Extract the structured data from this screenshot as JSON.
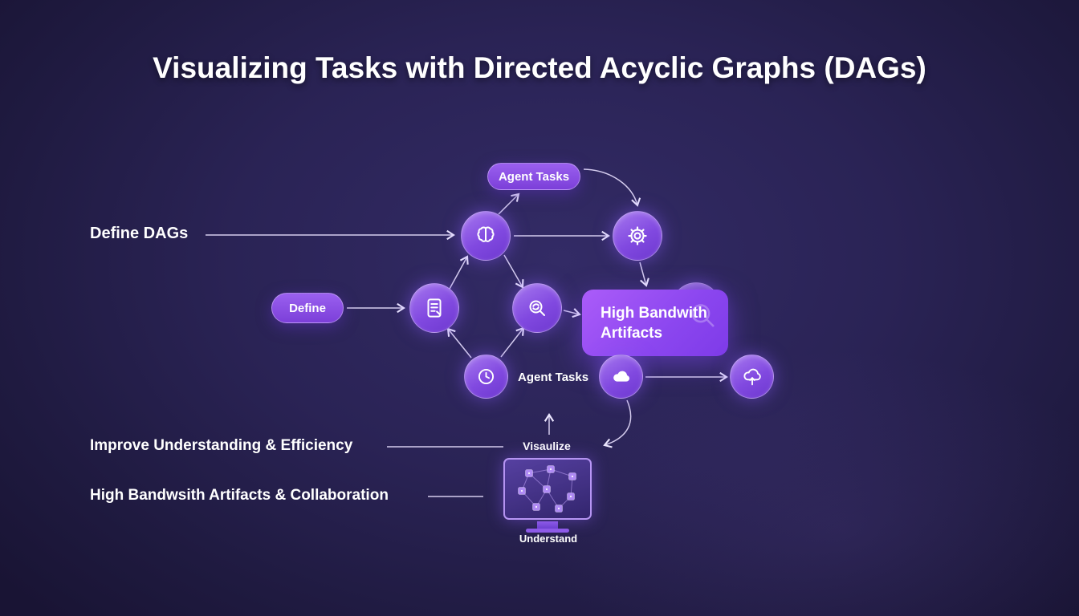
{
  "slide": {
    "title": "Visualizing Tasks with Directed Acyclic Graphs (DAGs)"
  },
  "left_labels": {
    "define_dags": "Define DAGs",
    "improve": "Improve Understanding & Efficiency",
    "collaboration": "High Bandwsith Artifacts & Collaboration"
  },
  "diagram": {
    "agent_tasks_pill": "Agent Tasks",
    "define_pill": "Define",
    "agent_tasks_label": "Agent Tasks",
    "high_bandwidth_box": "High Bandwith Artifacts",
    "visualize_label": "Visaulize",
    "understand_label": "Understand"
  },
  "icons": [
    "brain-icon",
    "gear-icon",
    "document-icon",
    "search-sync-icon",
    "clock-icon",
    "cloud-icon",
    "cloud-upload-icon",
    "magnifier-watermark-icon",
    "monitor-icon",
    "mini-dag-icon",
    "up-arrow-icon"
  ],
  "colors": {
    "background_center": "#332b66",
    "background_edge": "#191434",
    "node_purple": "#8149e0",
    "node_purple_light": "#a678ef",
    "box_purple": "#8b46ef",
    "text": "#ffffff",
    "line": "#e4ddf9"
  }
}
